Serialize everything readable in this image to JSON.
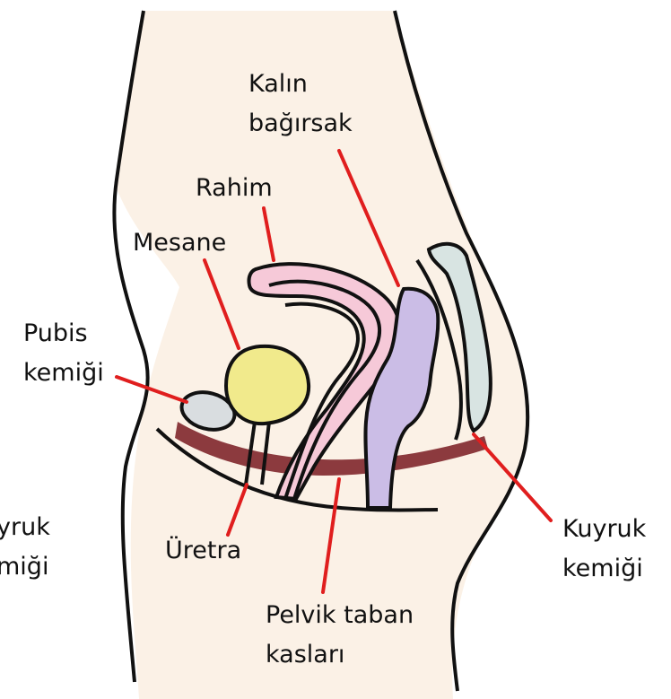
{
  "labels": {
    "kalin_line1": "Kalın",
    "kalin_line2": "bağırsak",
    "rahim": "Rahim",
    "mesane": "Mesane",
    "pubis_line1": "Pubis",
    "pubis_line2": "kemiği",
    "uretra": "Üretra",
    "pelvik_line1": "Pelvik taban",
    "pelvik_line2": "kasları",
    "kuyruk_line1": "Kuyruk",
    "kuyruk_line2": "kemiği",
    "cut_line1": "yruk",
    "cut_line2": "miği"
  },
  "colors": {
    "outline": "#111111",
    "leader": "#e01e1e",
    "skin": "#fbf1e6",
    "bladder": "#f1ea8c",
    "uterus": "#f6c9d8",
    "bowel": "#cbbde6",
    "pubic_bone": "#d9dde0",
    "tailbone": "#d8e4e2",
    "pelvic_floor": "#8c3a3e"
  }
}
